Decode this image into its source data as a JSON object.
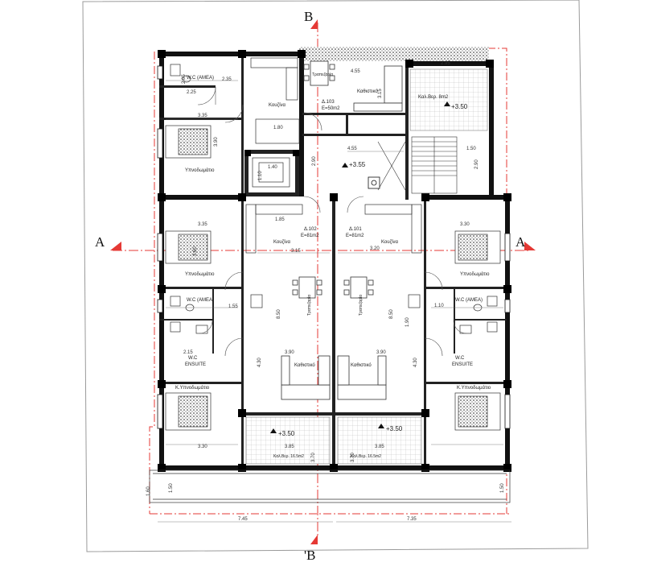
{
  "section_markers": {
    "b_top": "B",
    "b_bottom": "'B",
    "a_left": "A",
    "a_right": "A"
  },
  "levels": {
    "top_balcony": "+3.50",
    "stair_landing": "+3.55",
    "balcony_left": "+3.50",
    "balcony_right": "+3.50"
  },
  "rooms": {
    "wc_amea_top": "W.C (AMEA)",
    "bedroom_top": "Υπνοδωμάτιο",
    "kitchen_top": "Κουζίνα",
    "apt_103": "Δ.103",
    "apt_103_area": "Ε=50m2",
    "dining_top": "Τραπεζαρία",
    "living_top": "Καθιστικό",
    "veranda_top": "Καλ.Βερ. 8m2",
    "apt_102": "Δ.102",
    "apt_102_area": "Ε=81m2",
    "apt_101": "Δ.101",
    "apt_101_area": "Ε=81m2",
    "kitchen_left": "Κουζίνα",
    "kitchen_right": "Κουζίνα",
    "bedroom_left": "Υπνοδωμάτιο",
    "bedroom_right": "Υπνοδωμάτιο",
    "dining_left": "Τραπεζαρία",
    "dining_right": "Τραπεζαρία",
    "wc_amea_left": "W.C (AMEA)",
    "wc_amea_right": "W.C (AMEA)",
    "wc_ensuite_left_1": "W.C",
    "wc_ensuite_left_2": "ENSUITE",
    "wc_ensuite_right_1": "W.C",
    "wc_ensuite_right_2": "ENSUITE",
    "living_left": "Καθιστικό",
    "living_right": "Καθιστικό",
    "master_left": "Κ.Υπνοδωμάτιο",
    "master_right": "Κ.Υπνοδωμάτιο",
    "veranda_left": "Καλ.Βερ. 16.5m2",
    "veranda_right": "Καλ.Βερ. 16.5m2"
  },
  "dimensions": {
    "d_235": "2.35",
    "d_225": "2.25",
    "d_205": "2.05",
    "d_455a": "4.55",
    "d_315": "3.15",
    "d_295": "2.95",
    "d_335a": "3.35",
    "d_390": "3.90",
    "d_180": "1.80",
    "d_140": "1.40",
    "d_110a": "1.10",
    "d_290": "2.90",
    "d_455b": "4.55",
    "d_150a": "1.50",
    "d_290b": "2.90",
    "d_185": "1.85",
    "d_335b": "3.35",
    "d_330a": "3.30",
    "d_315b": "3.15",
    "d_320": "3.20",
    "d_360a": "3.60",
    "d_155": "1.55",
    "d_110b": "1.10",
    "d_850a": "8.50",
    "d_850b": "8.50",
    "d_390b": "3.90",
    "d_390c": "3.90",
    "d_215": "2.15",
    "d_430a": "4.30",
    "d_430b": "4.30",
    "d_330b": "3.30",
    "d_385a": "3.85",
    "d_385b": "3.85",
    "d_370a": "3.70",
    "d_370b": "3.70",
    "d_745": "7.45",
    "d_735": "7.35",
    "d_150b": "1.50",
    "d_150c": "1.50",
    "d_160": "1.60",
    "d_190": "1.90"
  }
}
